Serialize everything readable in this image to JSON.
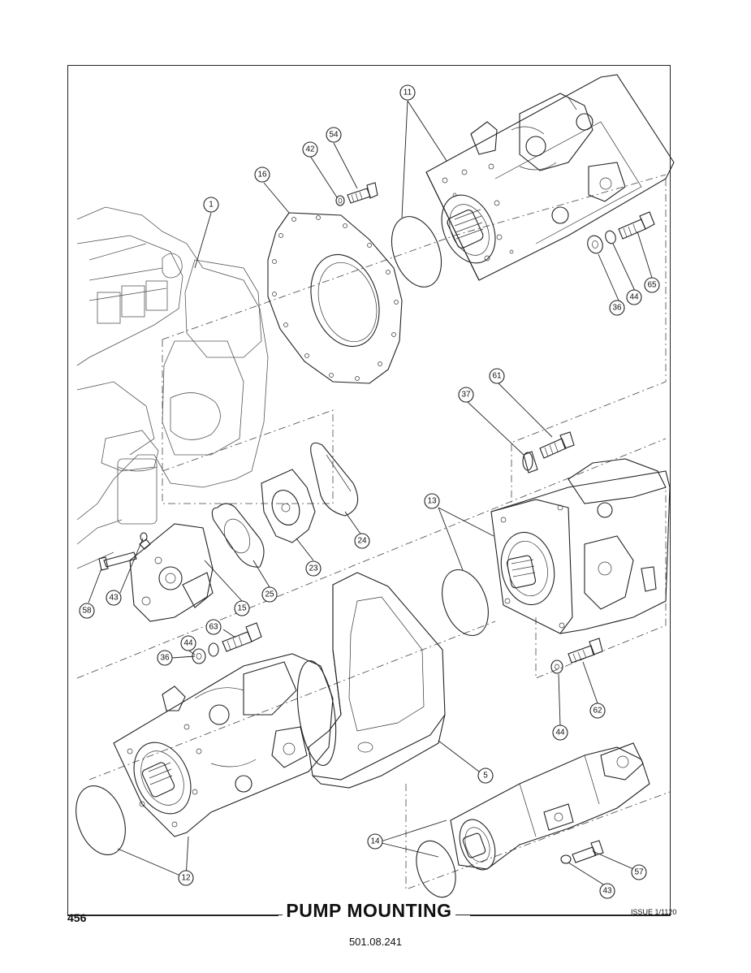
{
  "title": "PUMP MOUNTING",
  "page_number": "456",
  "issue": "ISSUE 1/1120",
  "doc_ref": "501.08.241",
  "callouts": [
    "1",
    "5",
    "11",
    "12",
    "13",
    "14",
    "15",
    "16",
    "23",
    "24",
    "25",
    "36",
    "37",
    "42",
    "43",
    "44",
    "54",
    "57",
    "58",
    "61",
    "62",
    "63",
    "65"
  ]
}
